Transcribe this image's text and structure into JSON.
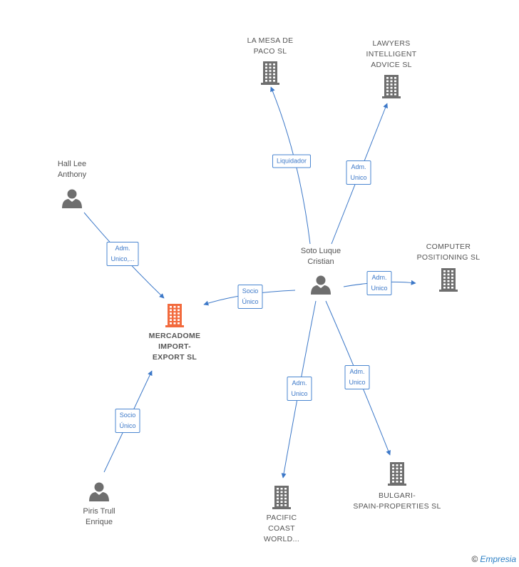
{
  "nodes": {
    "mercadome": {
      "label": "MERCADOME\nIMPORT-\nEXPORT SL",
      "kind": "company",
      "highlight": true
    },
    "soto": {
      "label": "Soto Luque\nCristian",
      "kind": "person"
    },
    "hall": {
      "label": "Hall Lee\nAnthony",
      "kind": "person"
    },
    "piris": {
      "label": "Piris Trull\nEnrique",
      "kind": "person"
    },
    "mesa": {
      "label": "LA MESA DE\nPACO SL",
      "kind": "company"
    },
    "lawyers": {
      "label": "LAWYERS\nINTELLIGENT\nADVICE  SL",
      "kind": "company"
    },
    "computer": {
      "label": "COMPUTER\nPOSITIONING SL",
      "kind": "company"
    },
    "bulgari": {
      "label": "BULGARI-\nSPAIN-PROPERTIES SL",
      "kind": "company"
    },
    "pacific": {
      "label": "PACIFIC\nCOAST\nWORLD...",
      "kind": "company"
    }
  },
  "edges": [
    {
      "from": "soto",
      "to": "mesa",
      "label": "Liquidador"
    },
    {
      "from": "soto",
      "to": "lawyers",
      "label": "Adm.\nUnico"
    },
    {
      "from": "soto",
      "to": "computer",
      "label": "Adm.\nUnico"
    },
    {
      "from": "soto",
      "to": "mercadome",
      "label": "Socio\nÚnico"
    },
    {
      "from": "soto",
      "to": "pacific",
      "label": "Adm.\nUnico"
    },
    {
      "from": "soto",
      "to": "bulgari",
      "label": "Adm.\nUnico"
    },
    {
      "from": "hall",
      "to": "mercadome",
      "label": "Adm.\nUnico,..."
    },
    {
      "from": "piris",
      "to": "mercadome",
      "label": "Socio\nÚnico"
    }
  ],
  "colors": {
    "edge": "#3c78c8",
    "icon": "#6e6e6e",
    "highlight": "#f26a3d"
  },
  "watermark": {
    "symbol": "©",
    "text": "Empresia"
  }
}
